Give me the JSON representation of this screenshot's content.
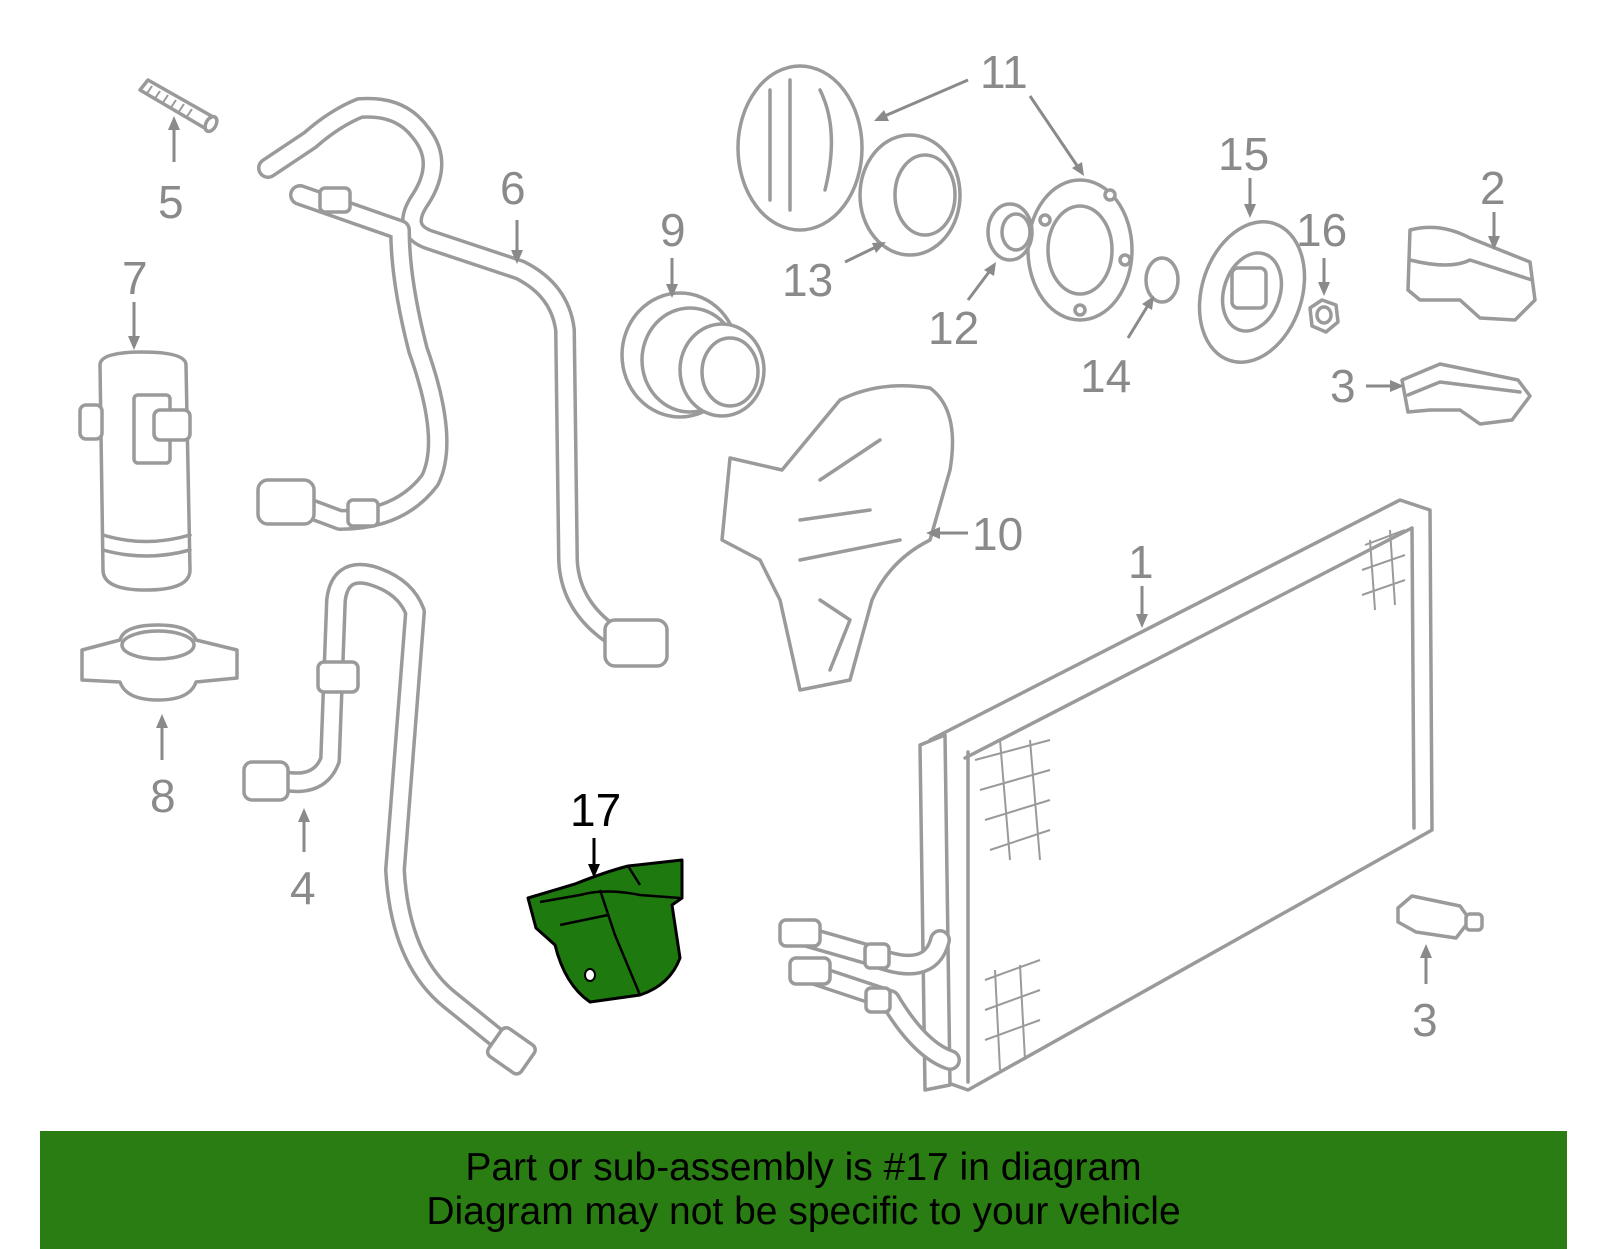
{
  "colors": {
    "highlight": "#1e7a0e",
    "banner": "#2a7d12",
    "line": "#9a9a9a",
    "label": "#8a8a8a"
  },
  "callouts": [
    {
      "id": "1",
      "label": "1"
    },
    {
      "id": "2",
      "label": "2"
    },
    {
      "id": "3a",
      "label": "3"
    },
    {
      "id": "3b",
      "label": "3"
    },
    {
      "id": "4",
      "label": "4"
    },
    {
      "id": "5",
      "label": "5"
    },
    {
      "id": "6",
      "label": "6"
    },
    {
      "id": "7",
      "label": "7"
    },
    {
      "id": "8",
      "label": "8"
    },
    {
      "id": "9",
      "label": "9"
    },
    {
      "id": "10",
      "label": "10"
    },
    {
      "id": "11",
      "label": "11"
    },
    {
      "id": "12",
      "label": "12"
    },
    {
      "id": "13",
      "label": "13"
    },
    {
      "id": "14",
      "label": "14"
    },
    {
      "id": "15",
      "label": "15"
    },
    {
      "id": "16",
      "label": "16"
    },
    {
      "id": "17",
      "label": "17"
    }
  ],
  "banner": {
    "line1": "Part or sub-assembly is #17 in diagram",
    "line2": "Diagram may not be specific to your vehicle"
  }
}
